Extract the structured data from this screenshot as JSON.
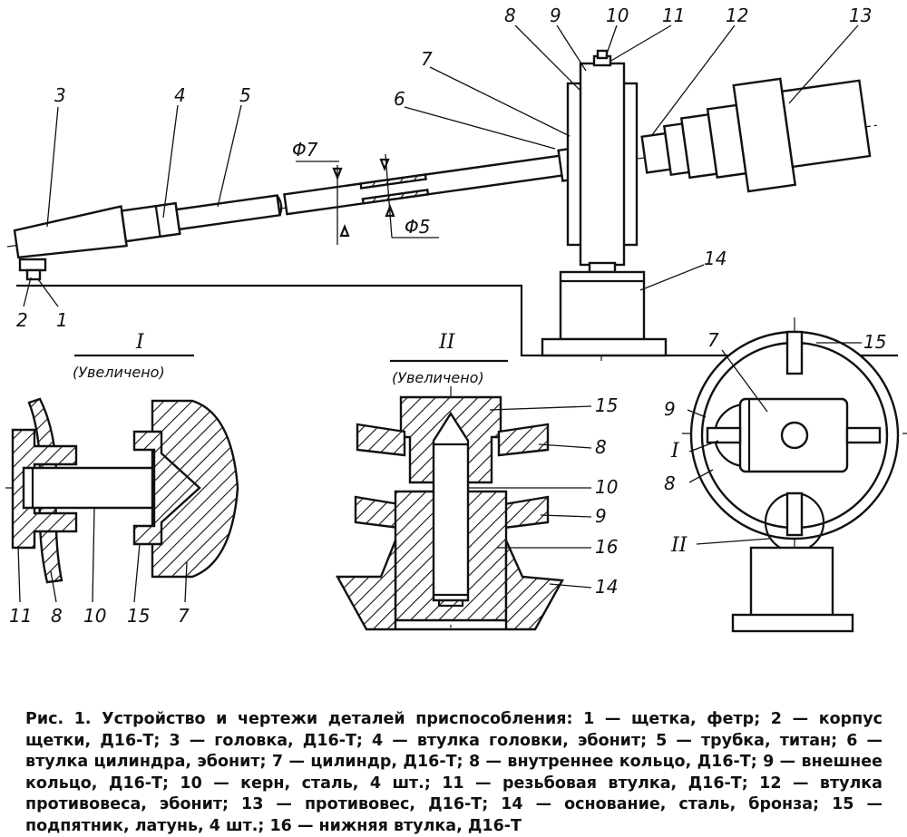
{
  "figure": {
    "caption": "Рис. 1. Устройство и чертежи деталей приспособления: 1 — щетка, фетр; 2 — корпус щетки, Д16-Т; 3 — головка, Д16-Т; 4 — втулка головки, эбонит; 5 — трубка, титан; 6 — втулка цилиндра, эбонит; 7 — цилиндр, Д16-Т; 8 — внутреннее кольцо, Д16-Т; 9 — внешнее кольцо, Д16-Т; 10 — керн, сталь, 4 шт.; 11 — резьбовая втулка, Д16-Т; 12 — втулка противовеса, эбонит; 13 — противовес, Д16-Т; 14 — основание, сталь, бронза; 15 — подпятник, латунь, 4 шт.; 16 — нижняя втулка, Д16-Т"
  },
  "main_view": {
    "labels": [
      "1",
      "2",
      "3",
      "4",
      "5",
      "6",
      "7",
      "8",
      "9",
      "10",
      "11",
      "12",
      "13",
      "14"
    ],
    "dim_outer": "Φ7",
    "dim_inner": "Φ5"
  },
  "detail_1": {
    "title": "I",
    "subtitle": "(Увеличено)",
    "labels": [
      "11",
      "8",
      "10",
      "15",
      "7"
    ]
  },
  "detail_2": {
    "title": "II",
    "subtitle": "(Увеличено)",
    "labels": [
      "15",
      "8",
      "10",
      "9",
      "16",
      "14"
    ]
  },
  "end_view": {
    "labels": [
      "15",
      "7",
      "9",
      "I",
      "8",
      "II"
    ]
  }
}
